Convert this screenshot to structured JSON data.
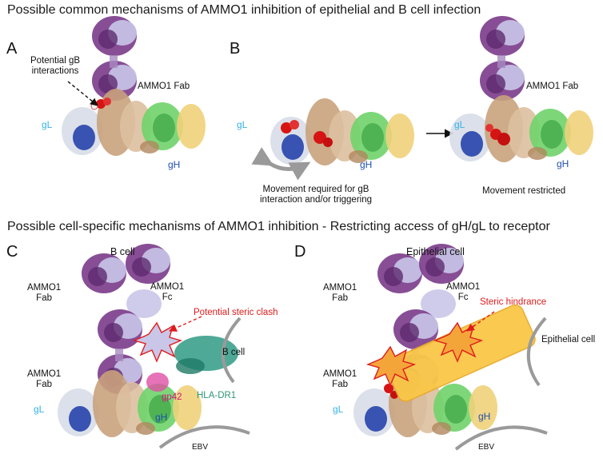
{
  "headings": {
    "top": "Possible common mechanisms of AMMO1 inhibition of epithelial and B cell infection",
    "bottom": "Possible cell-specific mechanisms of AMMO1 inhibition - Restricting access of gH/gL to receptor"
  },
  "panels": {
    "A": {
      "letter": "A",
      "gb_note": "Potential gB\ninteractions",
      "fab": "AMMO1 Fab",
      "gl": "gL",
      "gh": "gH"
    },
    "B": {
      "letter": "B",
      "gl_left": "gL",
      "gh_left": "gH",
      "caption_left": "Movement required for gB\ninteraction and/or triggering",
      "fab": "AMMO1 Fab",
      "gl_right": "gL",
      "gh_right": "gH",
      "caption_right": "Movement restricted"
    },
    "C": {
      "letter": "C",
      "title": "B cell",
      "fab_top": "AMMO1\nFab",
      "fc": "AMMO1\nFc",
      "clash": "Potential steric clash",
      "cell": "B cell",
      "fab_bottom": "AMMO1\nFab",
      "gp42": "gp42",
      "hla": "HLA-DR1",
      "gl": "gL",
      "gh": "gH",
      "ebv": "EBV"
    },
    "D": {
      "letter": "D",
      "title": "Epithelial cell",
      "fab_top": "AMMO1\nFab",
      "fc": "AMMO1\nFc",
      "hindrance": "Steric hindrance",
      "cell": "Epithelial cell",
      "fab_bottom": "AMMO1\nFab",
      "gl": "gL",
      "gh": "gH",
      "ebv": "EBV"
    }
  }
}
